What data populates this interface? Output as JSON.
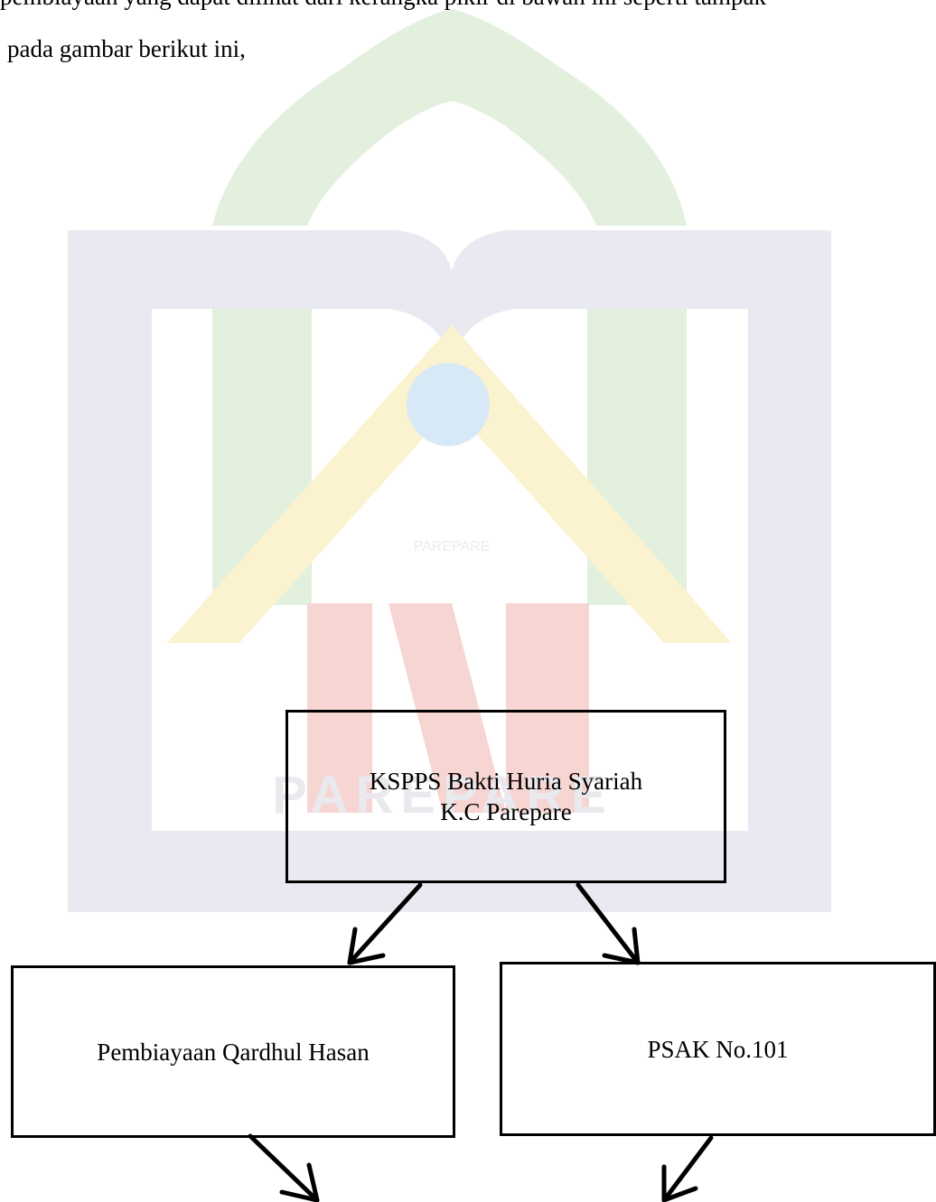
{
  "text": {
    "line1": "pembiayaan yang dapat dilihat dari kerangka pikir di bawah ini seperti tampak",
    "line2": "pada gambar berikut ini,"
  },
  "watermark": {
    "caption_small": "PAREPARE",
    "caption_large": "PAREPARE",
    "colors": {
      "green": "#e3f0de",
      "gray": "#e9e9f2",
      "yellow": "#fbf3cf",
      "red": "#f7d5d2",
      "blue": "#d7e8f6",
      "text": "#e9e9ee"
    }
  },
  "diagram": {
    "top_box": {
      "line1": "KSPPS Bakti Huria Syariah",
      "line2": "K.C Parepare"
    },
    "left_box": {
      "label": "Pembiayaan Qardhul Hasan"
    },
    "right_box": {
      "label": "PSAK No.101"
    }
  }
}
